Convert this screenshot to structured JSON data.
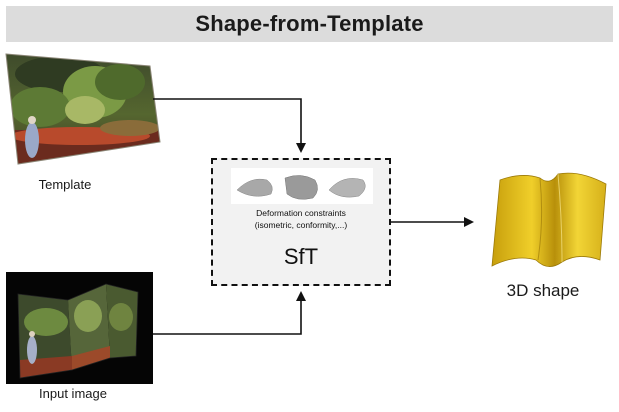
{
  "title": "Shape-from-Template",
  "template_label": "Template",
  "input_label": "Input image",
  "sft_box": {
    "constraints_line1": "Deformation constraints",
    "constraints_line2": "(isometric, conformity,...)",
    "center_label": "SfT"
  },
  "output_label": "3D shape",
  "colors": {
    "title_bar": "#dcdcdc",
    "box_fill": "#f2f2f2",
    "shape_yellow": "#e7c21a"
  }
}
